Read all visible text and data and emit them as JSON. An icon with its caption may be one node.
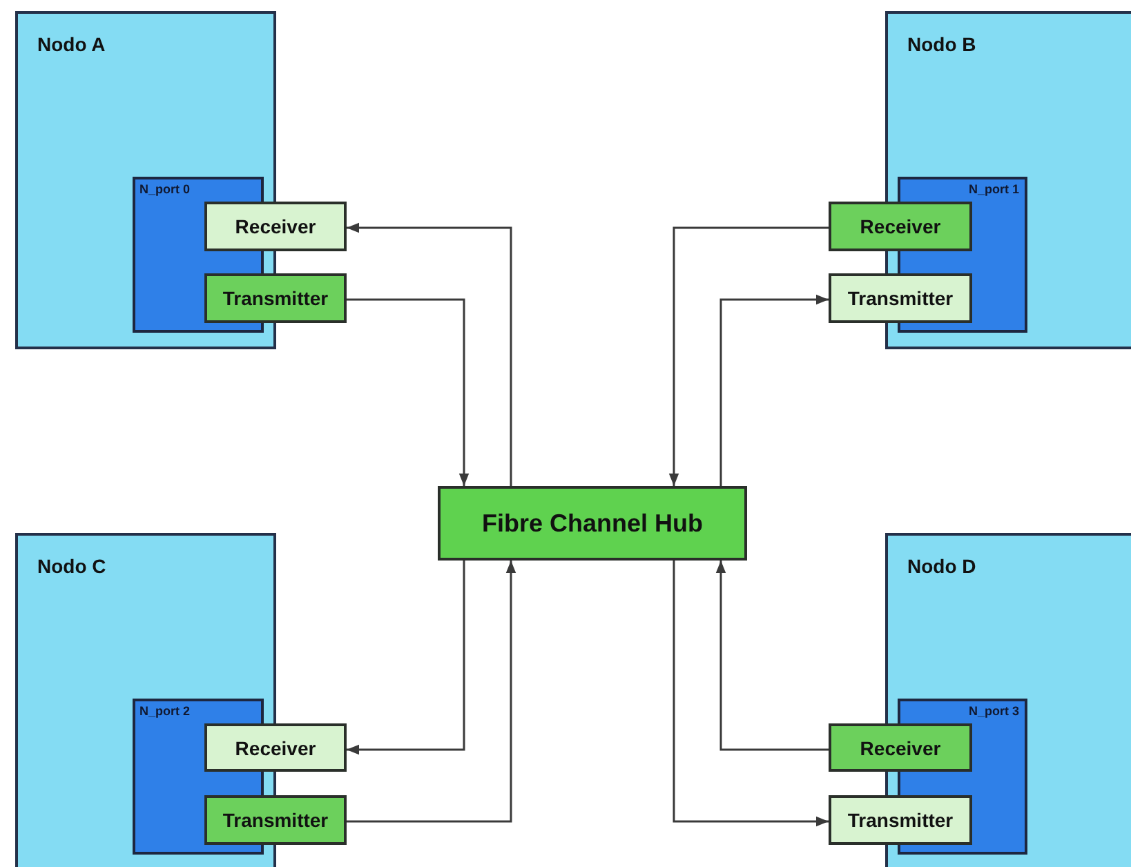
{
  "diagram": {
    "nodes": [
      {
        "text": [
          "Nodo A"
        ]
      },
      {
        "text": [
          "N_port 0"
        ],
        "in": 0
      },
      {
        "text": [
          "Receiver"
        ]
      },
      {
        "text": [
          "Transmitter"
        ]
      },
      {
        "text": [
          "Nodo B"
        ]
      },
      {
        "text": [
          "N_port 1"
        ],
        "in": 4
      },
      {
        "text": [
          "Receiver"
        ]
      },
      {
        "text": [
          "Transmitter"
        ]
      },
      {
        "text": [
          "Fibre Channel Hub"
        ]
      },
      {
        "text": [
          "Nodo C"
        ]
      },
      {
        "text": [
          "N_port 2"
        ],
        "in": 9
      },
      {
        "text": [
          "Receiver"
        ]
      },
      {
        "text": [
          "Transmitter"
        ]
      },
      {
        "text": [
          "Nodo D"
        ]
      },
      {
        "text": [
          "N_port 3"
        ],
        "in": 13
      },
      {
        "text": [
          "Receiver"
        ]
      },
      {
        "text": [
          "Transmitter"
        ]
      }
    ],
    "edges": [
      {
        "from": 8,
        "to": 2,
        "arrow": "to"
      },
      {
        "from": 3,
        "to": 8,
        "arrow": "to"
      },
      {
        "from": 6,
        "to": 8,
        "arrow": "to"
      },
      {
        "from": 8,
        "to": 7,
        "arrow": "to"
      },
      {
        "from": 8,
        "to": 11,
        "arrow": "to"
      },
      {
        "from": 12,
        "to": 8,
        "arrow": "to"
      },
      {
        "from": 15,
        "to": 8,
        "arrow": "to"
      },
      {
        "from": 8,
        "to": 16,
        "arrow": "to"
      }
    ]
  }
}
